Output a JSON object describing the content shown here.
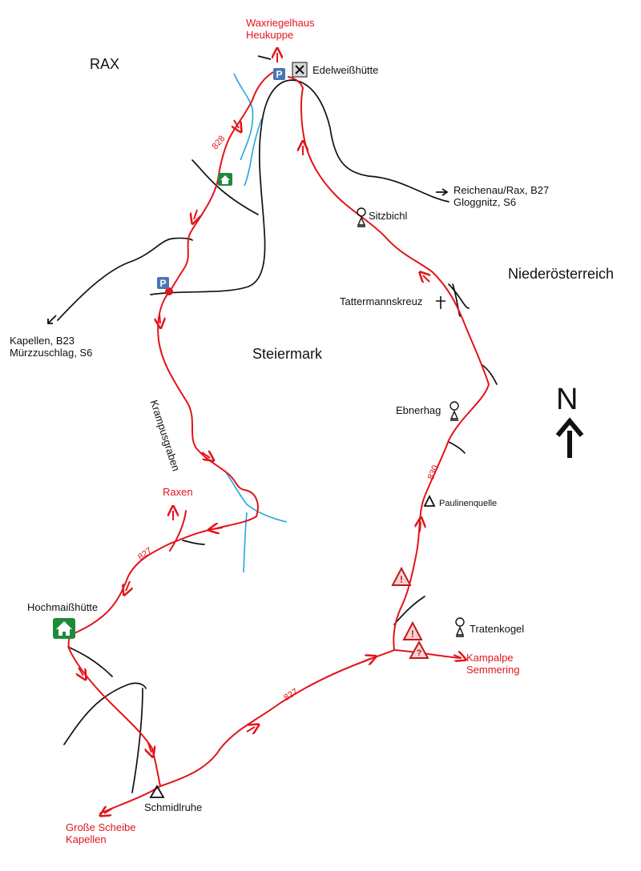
{
  "colors": {
    "trail": "#e3141b",
    "road": "#111111",
    "stream": "#22a7e0",
    "parking": "#4a76b8",
    "hut": "#1f8a3a",
    "warning": "#c4161c"
  },
  "icons": {
    "parking": "parking-icon",
    "hut": "hut-icon",
    "restaurant": "crossed-cutlery-icon",
    "lookout": "lookout-icon",
    "peak": "peak-triangle-icon",
    "cross": "cross-icon",
    "warning": "warning-exclamation-icon",
    "unknown": "warning-question-icon",
    "north": "north-arrow-icon"
  },
  "regions": {
    "rax": "RAX",
    "steiermark": "Steiermark",
    "niederoesterreich": "Niederösterreich"
  },
  "places": {
    "waxriegelhaus": [
      "Waxriegelhaus",
      "Heukuppe"
    ],
    "edelweisshuette": "Edelweißhütte",
    "sitzbichl": "Sitzbichl",
    "tattermannskreuz": "Tattermannskreuz",
    "ebnerhag": "Ebnerhag",
    "paulinenquelle": "Paulinenquelle",
    "tratenkogel": "Tratenkogel",
    "hochmaisshuette": "Hochmaißhütte",
    "schmidlruhe": "Schmidlruhe",
    "raxen": "Raxen",
    "krampusgraben": "Krampusgraben"
  },
  "destinations": {
    "reichenau": [
      "Reichenau/Rax, B27",
      "Gloggnitz, S6"
    ],
    "kapellen": [
      "Kapellen, B23",
      "Mürzzuschlag, S6"
    ],
    "kampalpe": [
      "Kampalpe",
      "Semmering"
    ],
    "grosse_scheibe": [
      "Große Scheibe",
      "Kapellen"
    ]
  },
  "trail_numbers": {
    "t828": "828",
    "t827_upper": "827",
    "t827_lower": "827",
    "t830": "830"
  },
  "north": "N"
}
